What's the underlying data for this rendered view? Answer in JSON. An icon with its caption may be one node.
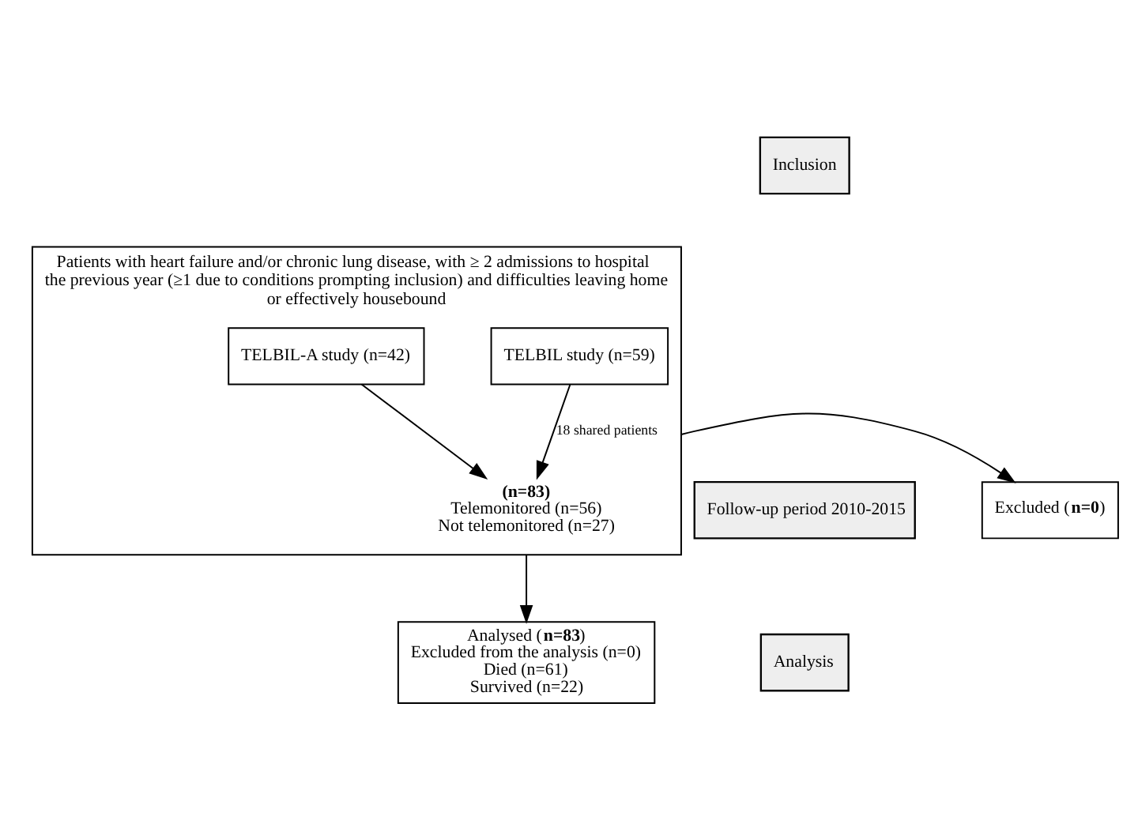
{
  "diagram": {
    "nodes": [
      {
        "text": [
          "Inclusion"
        ]
      },
      {
        "text": [
          "Follow-up period 2010-2015"
        ]
      },
      {
        "text": [
          "Analysis"
        ]
      },
      {
        "text": [
          "Patients with heart failure and/or chronic lung disease, with ≥ 2 admissions to hospital the previous year (≥1 due to conditions prompting inclusion) and difficulties leaving home or effectively housebound"
        ]
      },
      {
        "text": [
          "TELBIL study (n=59)"
        ],
        "in": 3
      },
      {
        "text": [
          "TELBIL-A study (n=42)"
        ],
        "in": 3
      },
      {
        "text": [
          "**(n=83)**",
          "Telemonitored (n=56)",
          "Not telemonitored (n=27)"
        ],
        "in": 3
      },
      {
        "text": [
          "Excluded (**n=0**)"
        ]
      },
      {
        "text": [
          "Analysed (**n=83**)",
          "Excluded from the analysis (n=0)",
          "Died (n=61)",
          "Survived (n=22)"
        ]
      }
    ],
    "edges": [
      {
        "from": 4,
        "to": 6,
        "arrow": "to",
        "label": "18 shared patients"
      },
      {
        "from": 5,
        "to": 6,
        "arrow": "to"
      },
      {
        "from": 3,
        "to": 7,
        "arrow": "to"
      },
      {
        "from": 3,
        "to": 8,
        "arrow": "to"
      }
    ]
  }
}
